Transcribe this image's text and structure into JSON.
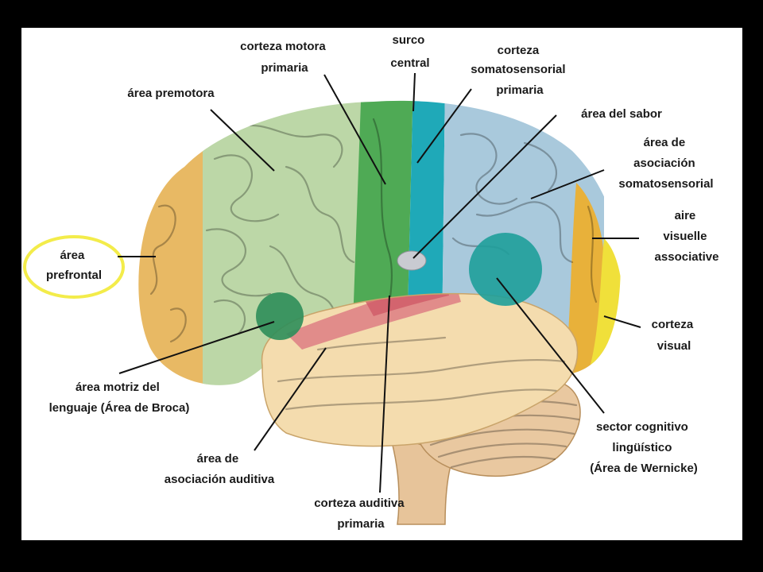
{
  "labels": {
    "corteza_motora": [
      "corteza motora",
      "primaria"
    ],
    "surco_central": [
      "surco",
      "central"
    ],
    "corteza_somatosensorial": [
      "corteza",
      "somatosensorial",
      "primaria"
    ],
    "area_premotora": [
      "área premotora"
    ],
    "area_sabor": [
      "área del sabor"
    ],
    "asociacion_somatosensorial": [
      "área de",
      "asociación",
      "somatosensorial"
    ],
    "area_prefrontal": [
      "área",
      "prefrontal"
    ],
    "aire_visuelle": [
      "aire",
      "visuelle",
      "associative"
    ],
    "corteza_visual": [
      "corteza",
      "visual"
    ],
    "broca": [
      "área motriz del",
      "lenguaje (Área de Broca)"
    ],
    "wernicke": [
      "sector cognitivo",
      "lingüístico",
      "(Área de Wernicke)"
    ],
    "asociacion_auditiva": [
      "área de",
      "asociación auditiva"
    ],
    "corteza_auditiva": [
      "corteza auditiva",
      "primaria"
    ]
  },
  "colors": {
    "prefrontal": "#e8b964",
    "premotor": "#bcd7a7",
    "motor": "#4faa55",
    "somatosensory": "#1fa9b8",
    "somato_association": "#a9c9dc",
    "visual_association": "#e8b13a",
    "visual": "#f0e03a",
    "temporal": "#f4dcae",
    "auditory": "#dd7e84",
    "wernicke": "#1e9e9a",
    "broca": "#2e8e5a",
    "taste": "#c9cbd1",
    "cerebellum": "#e9c8a0",
    "highlight": "#f3ec4a"
  },
  "icons": [
    "brain-illustration",
    "cerebellum",
    "brainstem",
    "highlight-ring"
  ]
}
